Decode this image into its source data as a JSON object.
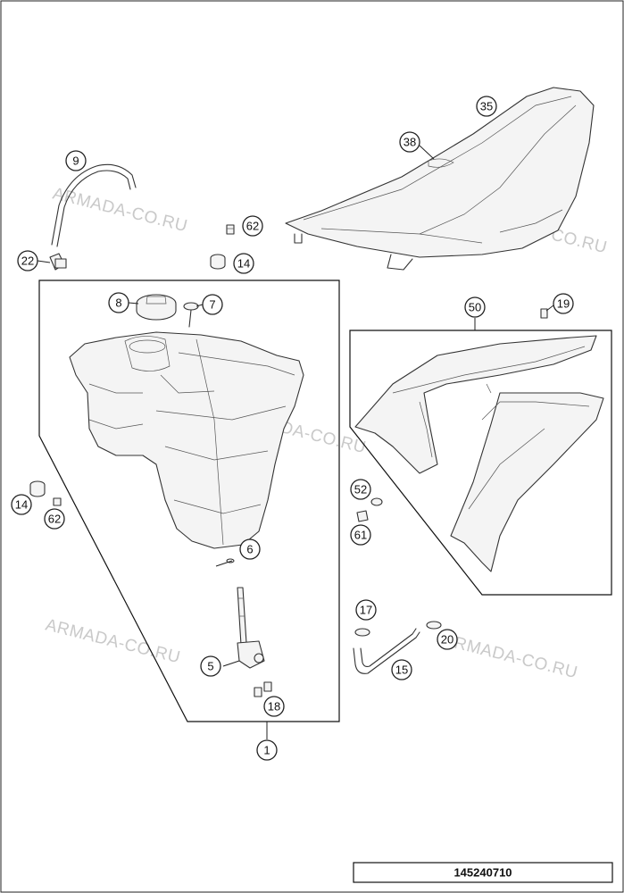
{
  "diagram": {
    "drawing_number": "145240710",
    "watermark_text": "ARMADA-CO.RU",
    "callouts": {
      "c1": "1",
      "c5": "5",
      "c6": "6",
      "c7": "7",
      "c8": "8",
      "c9": "9",
      "c14a": "14",
      "c14b": "14",
      "c15": "15",
      "c17": "17",
      "c18": "18",
      "c19": "19",
      "c20": "20",
      "c22": "22",
      "c35": "35",
      "c38": "38",
      "c50": "50",
      "c52": "52",
      "c61": "61",
      "c62a": "62",
      "c62b": "62"
    }
  }
}
